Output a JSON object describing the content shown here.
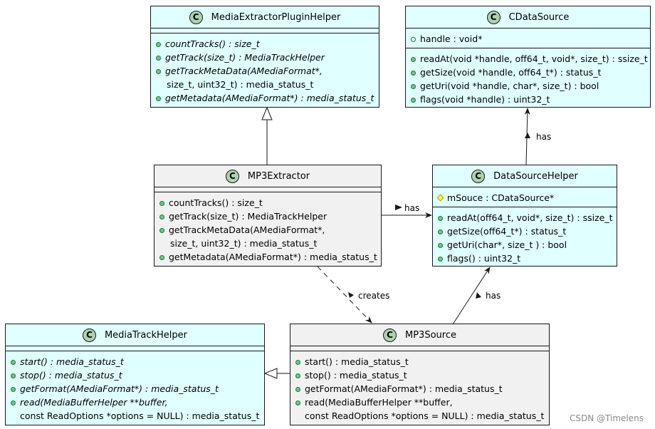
{
  "classes": {
    "media_extractor_plugin_helper": {
      "badge": "C",
      "name": "MediaExtractorPluginHelper",
      "fields": [],
      "methods": [
        "countTracks() : size_t",
        "getTrack(size_t) : MediaTrackHelper",
        "getTrackMetaData(AMediaFormat*,",
        "size_t, uint32_t) : media_status_t",
        "getMetadata(AMediaFormat*) : media_status_t"
      ]
    },
    "c_data_source": {
      "badge": "C",
      "name": "CDataSource",
      "fields": [
        "handle : void*"
      ],
      "methods": [
        "readAt(void *handle, off64_t, void*, size_t) : ssize_t",
        "getSize(void *handle, off64_t*) : status_t",
        "getUri(void *handle, char*, size_t) : bool",
        "flags(void *handle) : uint32_t"
      ]
    },
    "mp3_extractor": {
      "badge": "C",
      "name": "MP3Extractor",
      "fields": [],
      "methods": [
        "countTracks() : size_t",
        "getTrack(size_t) : MediaTrackHelper",
        "getTrackMetaData(AMediaFormat*,",
        "size_t, uint32_t) : media_status_t",
        "getMetadata(AMediaFormat*) : media_status_t"
      ]
    },
    "data_source_helper": {
      "badge": "C",
      "name": "DataSourceHelper",
      "fields": [
        "mSouce : CDataSource*"
      ],
      "methods": [
        "readAt(off64_t, void*, size_t) : ssize_t",
        "getSize(off64_t*) : status_t",
        "getUri(char*, size_t ) : bool",
        "flags() : uint32_t"
      ]
    },
    "media_track_helper": {
      "badge": "C",
      "name": "MediaTrackHelper",
      "fields": [],
      "methods": [
        "start() : media_status_t",
        "stop() : media_status_t",
        "getFormat(AMediaFormat*) : media_status_t",
        "read(MediaBufferHelper **buffer,",
        "const ReadOptions *options = NULL) : media_status_t"
      ]
    },
    "mp3_source": {
      "badge": "C",
      "name": "MP3Source",
      "fields": [],
      "methods": [
        "start() : media_status_t",
        "stop() : media_status_t",
        "getFormat(AMediaFormat*) : media_status_t",
        "read(MediaBufferHelper **buffer,",
        "const ReadOptions *options = NULL) : media_status_t"
      ]
    }
  },
  "relations": {
    "has_1": "has",
    "has_2": "has",
    "has_3": "has",
    "creates": "creates"
  },
  "watermark": "CSDN @Timelens",
  "colors": {
    "interface_fill": "#e0ffff",
    "class_fill": "#f1f1f1",
    "badge_fill": "#add1b2",
    "method_dot": "#84be84",
    "field_diamond": "#ffff44"
  }
}
